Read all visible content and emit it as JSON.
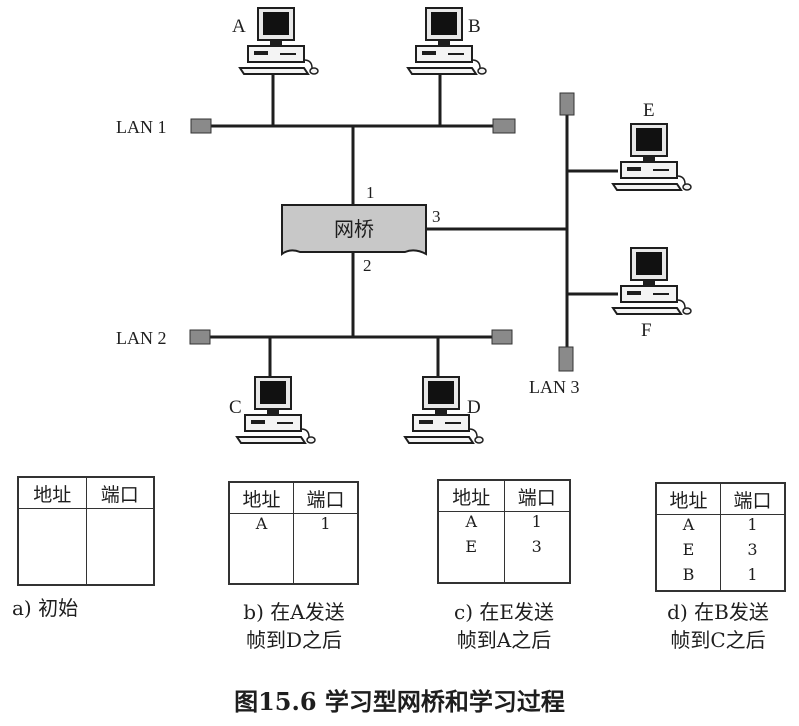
{
  "diagram": {
    "lan1_label": "LAN 1",
    "lan2_label": "LAN 2",
    "lan3_label": "LAN 3",
    "bridge_label": "网桥",
    "port1": "1",
    "port2": "2",
    "port3": "3",
    "hosts": [
      "A",
      "B",
      "C",
      "D",
      "E",
      "F"
    ]
  },
  "tables": [
    {
      "caption": [
        "a) 初始"
      ],
      "header": [
        "地址",
        "端口"
      ],
      "rows": []
    },
    {
      "caption": [
        "b) 在A发送",
        "帧到D之后"
      ],
      "header": [
        "地址",
        "端口"
      ],
      "rows": [
        [
          "A",
          "1"
        ]
      ]
    },
    {
      "caption": [
        "c) 在E发送",
        "帧到A之后"
      ],
      "header": [
        "地址",
        "端口"
      ],
      "rows": [
        [
          "A",
          "1"
        ],
        [
          "E",
          "3"
        ]
      ]
    },
    {
      "caption": [
        "d) 在B发送",
        "帧到C之后"
      ],
      "header": [
        "地址",
        "端口"
      ],
      "rows": [
        [
          "A",
          "1"
        ],
        [
          "E",
          "3"
        ],
        [
          "B",
          "1"
        ]
      ]
    }
  ],
  "figure_caption": "图15.6   学习型网桥和学习过程",
  "colors": {
    "line": "#1e1e1e",
    "bridge_fill": "#c8c8c8",
    "terminator": "#8a8a8a"
  }
}
